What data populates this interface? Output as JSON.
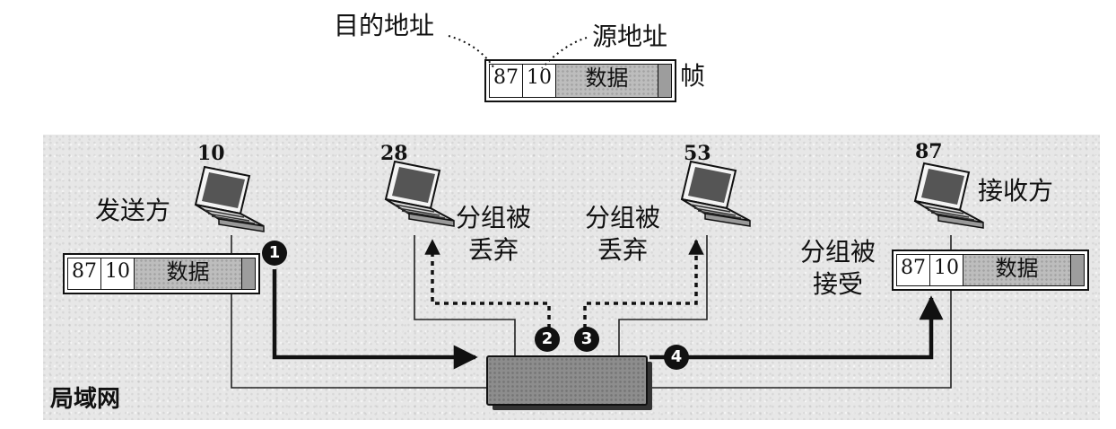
{
  "frame_legend": {
    "dest_label": "目的地址",
    "src_label": "源地址",
    "frame_label": "帧",
    "frame": {
      "dest": "87",
      "src": "10",
      "data": "数据"
    }
  },
  "hosts": [
    {
      "addr": "10",
      "role": "发送方"
    },
    {
      "addr": "28",
      "status": "分组被丢弃"
    },
    {
      "addr": "53",
      "status": "分组被丢弃"
    },
    {
      "addr": "87",
      "role": "接收方",
      "status": "分组被接受"
    }
  ],
  "sender_frame": {
    "dest": "87",
    "src": "10",
    "data": "数据"
  },
  "receiver_frame": {
    "dest": "87",
    "src": "10",
    "data": "数据"
  },
  "text": {
    "discard_28_line1": "分组被",
    "discard_28_line2": "丢弃",
    "discard_53_line1": "分组被",
    "discard_53_line2": "丢弃",
    "accept_line1": "分组被",
    "accept_line2": "接受"
  },
  "steps": [
    "1",
    "2",
    "3",
    "4"
  ],
  "lan_label": "局域网"
}
